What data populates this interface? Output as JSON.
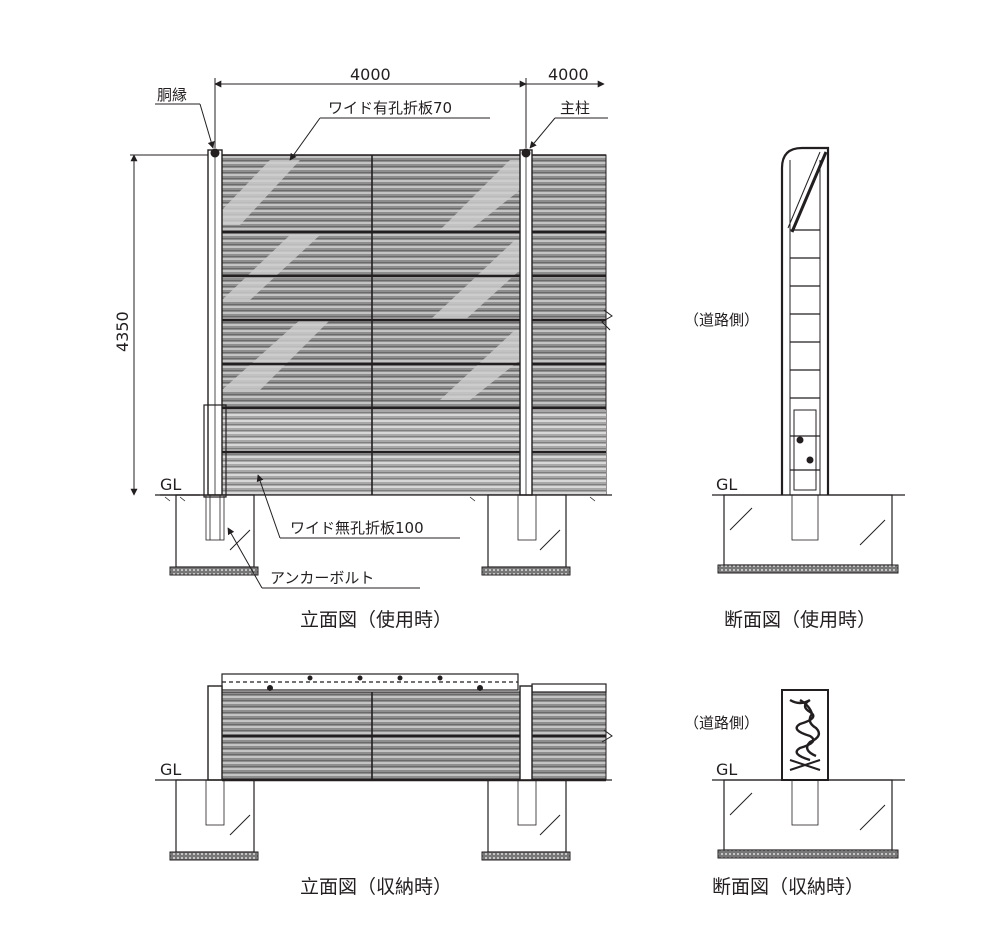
{
  "labels": {
    "dim_width_main": "4000",
    "dim_width_side": "4000",
    "dim_height": "4350",
    "doubuchi": "胴縁",
    "shuchu": "主柱",
    "wide_perforated": "ワイド有孔折板70",
    "wide_solid": "ワイド無孔折板100",
    "anchor_bolt": "アンカーボルト",
    "road_side_use": "（道路側）",
    "road_side_stored": "（道路側）",
    "gl_elev_use": "GL",
    "gl_sect_use": "GL",
    "gl_elev_stored": "GL",
    "gl_sect_stored": "GL"
  },
  "captions": {
    "elevation_use": "立面図（使用時）",
    "section_use": "断面図（使用時）",
    "elevation_stored": "立面図（収納時）",
    "section_stored": "断面図（収納時）"
  },
  "colors": {
    "line": "#231f20",
    "panel_fill": "#9c9c9c",
    "panel_light": "#c8c8c8",
    "concrete_hatch": "#231f20",
    "footing_base": "#555555"
  }
}
